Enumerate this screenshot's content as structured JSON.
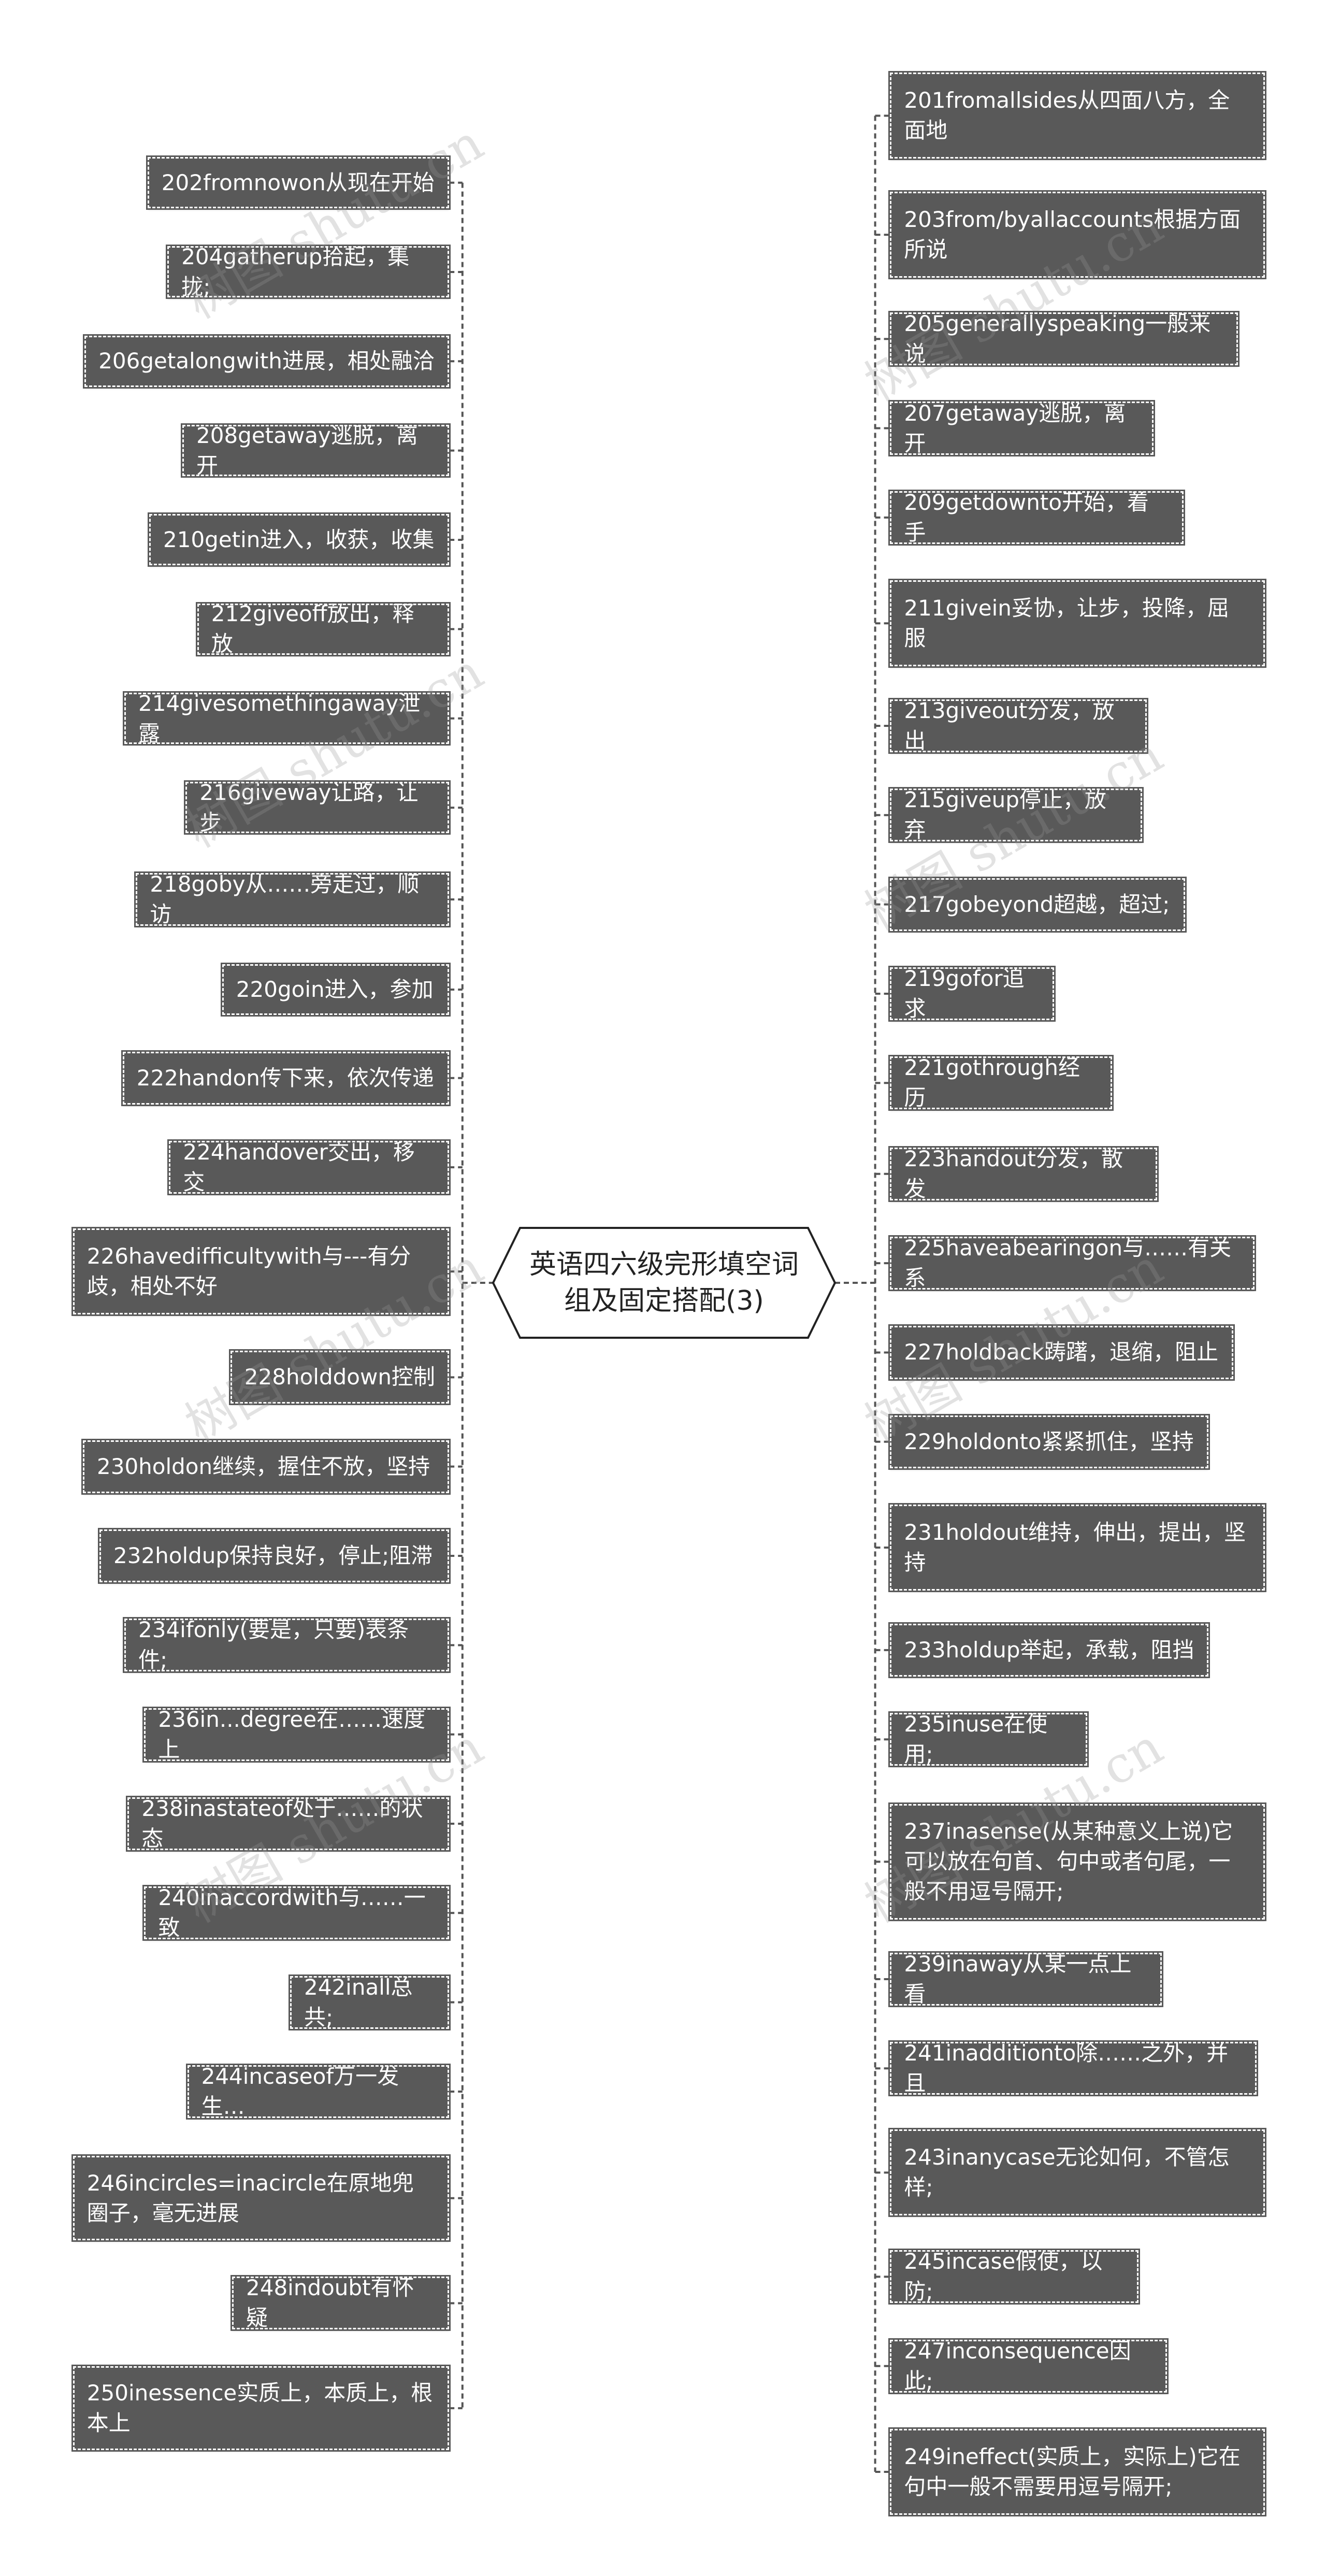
{
  "center": {
    "title": "英语四六级完形填空词组及固定搭配(3)"
  },
  "left": [
    "202fromnowon从现在开始",
    "204gatherup拾起，集拢;",
    "206getalongwith进展，相处融洽",
    "208getaway逃脱，离开",
    "210getin进入，收获，收集",
    "212giveoff放出，释放",
    "214givesomethingaway泄露",
    "216giveway让路，让步",
    "218goby从……旁走过，顺访",
    "220goin进入，参加",
    "222handon传下来，依次传递",
    "224handover交出，移交",
    "226havedifficultywith与---有分歧，相处不好",
    "228holddown控制",
    "230holdon继续，握住不放，坚持",
    "232holdup保持良好，停止;阻滞",
    "234ifonly(要是，只要)表条件;",
    "236in...degree在……速度上",
    "238inastateof处于……的状态",
    "240inaccordwith与……一致",
    "242inall总共;",
    "244incaseof万一发生…",
    "246incircles=inacircle在原地兜圈子，毫无进展",
    "248indoubt有怀疑",
    "250inessence实质上，本质上，根本上"
  ],
  "right": [
    "201fromallsides从四面八方，全面地",
    "203from/byallaccounts根据方面所说",
    "205generallyspeaking一般来说",
    "207getaway逃脱，离开",
    "209getdownto开始，着手",
    "211givein妥协，让步，投降，屈服",
    "213giveout分发，放出",
    "215giveup停止，放弃",
    "217gobeyond超越，超过;",
    "219gofor追求",
    "221gothrough经历",
    "223handout分发，散发",
    "225haveabearingon与……有关系",
    "227holdback踌躇，退缩，阻止",
    "229holdonto紧紧抓住，坚持",
    "231holdout维持，伸出，提出，坚持",
    "233holdup举起，承载，阻挡",
    "235inuse在使用;",
    "237inasense(从某种意义上说)它可以放在句首、句中或者句尾，一般不用逗号隔开;",
    "239inaway从某一点上看",
    "241inadditionto除……之外，并且",
    "243inanycase无论如何，不管怎样;",
    "245incase假使，以防;",
    "247inconsequence因此;",
    "249ineffect(实质上，实际上)它在句中一般不需要用逗号隔开;"
  ],
  "watermarks": [
    "树图 shutu.cn",
    "树图 shutu.cn",
    "树图 shutu.cn",
    "树图 shutu.cn",
    "树图 shutu.cn",
    "树图 shutu.cn",
    "树图 shutu.cn",
    "树图 shutu.cn"
  ]
}
